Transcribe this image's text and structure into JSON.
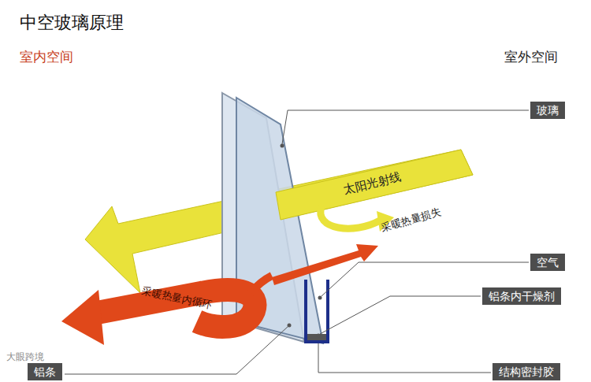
{
  "diagram": {
    "title": "中空玻璃原理",
    "nodes": [
      {
        "text": [
          "玻璃"
        ]
      },
      {
        "text": [
          "太阳光射线"
        ]
      },
      {
        "text": [
          "空气"
        ]
      },
      {
        "text": [
          "铝条内干燥剂"
        ]
      },
      {
        "text": [
          "采暖热量内循环"
        ]
      },
      {
        "text": [
          "结构密封胶"
        ]
      },
      {
        "text": [
          "铝条"
        ]
      }
    ],
    "labels": [
      "室内空间",
      "室外空间",
      "采暖热量损失",
      "大眼跨境"
    ]
  }
}
